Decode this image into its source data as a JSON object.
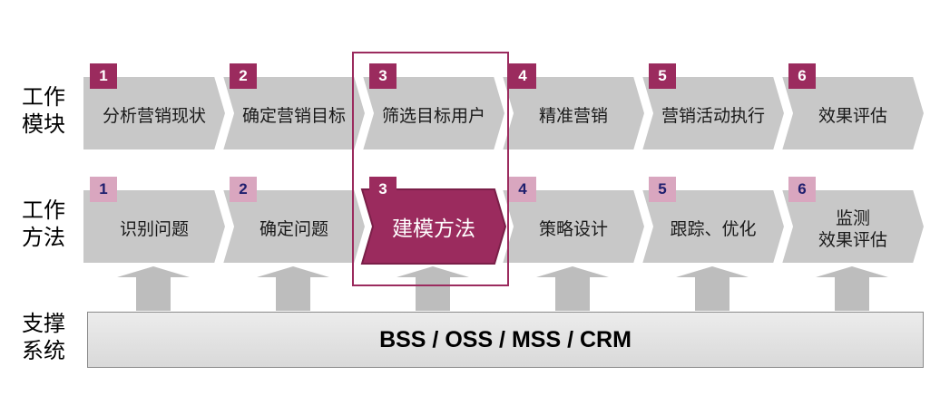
{
  "row_labels": {
    "modules": "工作\n模块",
    "methods": "工作\n方法",
    "support": "支撑\n系统"
  },
  "modules": [
    {
      "num": "1",
      "label": "分析营销现状"
    },
    {
      "num": "2",
      "label": "确定营销目标"
    },
    {
      "num": "3",
      "label": "筛选目标用户"
    },
    {
      "num": "4",
      "label": "精准营销"
    },
    {
      "num": "5",
      "label": "营销活动执行"
    },
    {
      "num": "6",
      "label": "效果评估"
    }
  ],
  "methods": [
    {
      "num": "1",
      "label": "识别问题"
    },
    {
      "num": "2",
      "label": "确定问题"
    },
    {
      "num": "3",
      "label": "建模方法"
    },
    {
      "num": "4",
      "label": "策略设计"
    },
    {
      "num": "5",
      "label": "跟踪、优化"
    },
    {
      "num": "6",
      "label": "监测\n效果评估"
    }
  ],
  "active_index": 2,
  "support_bar": {
    "label": "BSS / OSS / MSS / CRM"
  },
  "colors": {
    "accent": "#9b2b5e",
    "accent_light": "#d9a6bf",
    "chevron_fill": "#c8c8c8",
    "arrow_fill": "#bdbdbd"
  }
}
